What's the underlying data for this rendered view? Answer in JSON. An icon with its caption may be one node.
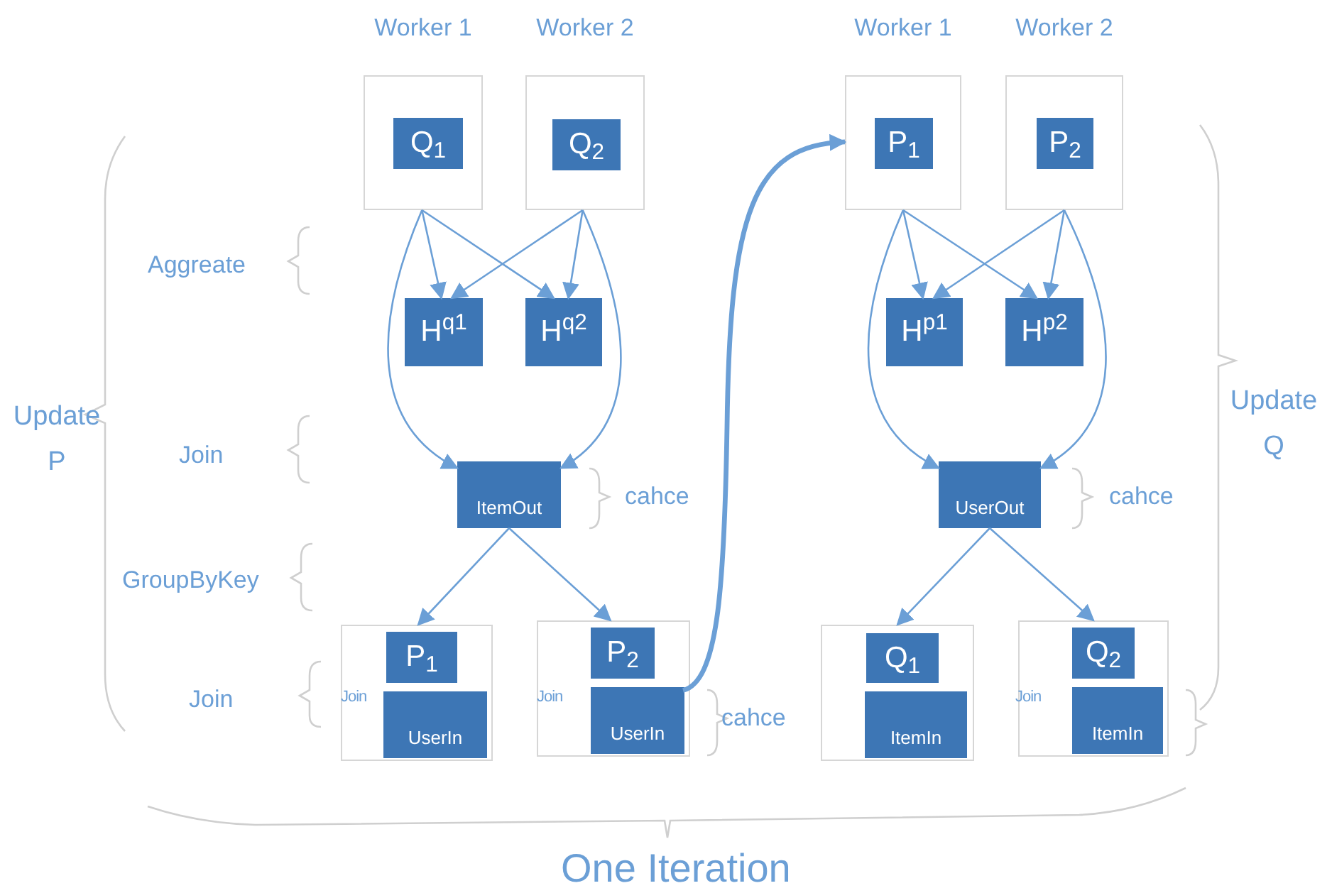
{
  "diagram": {
    "nodes": [
      {
        "text": [
          "Worker 1"
        ]
      },
      {
        "text": [
          "Q$_{1}$"
        ],
        "in": 0
      },
      {
        "text": [
          "Worker 2"
        ]
      },
      {
        "text": [
          "Q$_{2}$"
        ],
        "in": 2
      },
      {
        "text": [
          "H$^{q1}$"
        ]
      },
      {
        "text": [
          "H$^{q2}$"
        ]
      },
      {
        "text": [
          "ItemOut"
        ]
      },
      {
        "text": [],
        "shape": "box"
      },
      {
        "text": [
          "P$_{1}$"
        ],
        "in": 7
      },
      {
        "text": [
          "UserIn"
        ],
        "in": 7
      },
      {
        "text": [],
        "shape": "box"
      },
      {
        "text": [
          "P$_{2}$"
        ],
        "in": 10
      },
      {
        "text": [
          "UserIn"
        ],
        "in": 10
      },
      {
        "text": [
          "Worker 1"
        ]
      },
      {
        "text": [
          "P$_{1}$"
        ],
        "in": 13
      },
      {
        "text": [
          "Worker 2"
        ]
      },
      {
        "text": [
          "P$_{2}$"
        ],
        "in": 15
      },
      {
        "text": [
          "H$^{p1}$"
        ]
      },
      {
        "text": [
          "H$^{p2}$"
        ]
      },
      {
        "text": [
          "UserOut"
        ]
      },
      {
        "text": [],
        "shape": "box"
      },
      {
        "text": [
          "Q$_{1}$"
        ],
        "in": 20
      },
      {
        "text": [
          "ItemIn"
        ],
        "in": 20
      },
      {
        "text": [],
        "shape": "box"
      },
      {
        "text": [
          "Q$_{2}$"
        ],
        "in": 23
      },
      {
        "text": [
          "ItemIn"
        ],
        "in": 23
      }
    ],
    "edges": [
      {
        "from": 0,
        "to": 4,
        "arrow": "to"
      },
      {
        "from": 0,
        "to": 5,
        "arrow": "to"
      },
      {
        "from": 2,
        "to": 4,
        "arrow": "to"
      },
      {
        "from": 2,
        "to": 5,
        "arrow": "to"
      },
      {
        "from": 0,
        "to": 6,
        "arrow": "to"
      },
      {
        "from": 2,
        "to": 6,
        "arrow": "to"
      },
      {
        "from": 6,
        "to": 7,
        "arrow": "to"
      },
      {
        "from": 6,
        "to": 10,
        "arrow": "to"
      },
      {
        "from": 12,
        "to": 13,
        "arrow": "to",
        "style": "thick"
      },
      {
        "from": 13,
        "to": 17,
        "arrow": "to"
      },
      {
        "from": 13,
        "to": 18,
        "arrow": "to"
      },
      {
        "from": 15,
        "to": 17,
        "arrow": "to"
      },
      {
        "from": 15,
        "to": 18,
        "arrow": "to"
      },
      {
        "from": 13,
        "to": 19,
        "arrow": "to"
      },
      {
        "from": 15,
        "to": 19,
        "arrow": "to"
      },
      {
        "from": 19,
        "to": 20,
        "arrow": "to"
      },
      {
        "from": 19,
        "to": 23,
        "arrow": "to"
      }
    ],
    "labels": [
      "Aggreate",
      "Join",
      "GroupByKey",
      "Join",
      "Update P",
      "cahce",
      "Join",
      "Join",
      "cahce",
      "Update Q",
      "cahce",
      "Join",
      "One Iteration"
    ]
  }
}
